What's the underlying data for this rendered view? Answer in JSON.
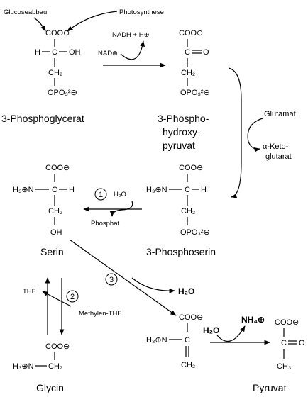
{
  "labels": {
    "glucoseabbau": "Glucoseabbau",
    "photosynthese": "Photosynthese",
    "nadh": "NADH + H⊕",
    "nad": "NAD⊕",
    "glutamat": "Glutamat",
    "ketoglutarat_1": "α-Keto-",
    "ketoglutarat_2": "glutarat",
    "h2o_1": "H₂O",
    "phosphat": "Phosphat",
    "h2o_3": "H₂O",
    "thf": "THF",
    "methylen_thf": "Methylen-THF",
    "h2o_4": "H₂O",
    "nh4": "NH₄⊕",
    "step1": "1",
    "step2": "2",
    "step3": "3"
  },
  "compounds": {
    "phosphoglycerat": "3-Phosphoglycerat",
    "phosphohydroxypyruvat_1": "3-Phospho-",
    "phosphohydroxypyruvat_2": "hydroxy-",
    "phosphohydroxypyruvat_3": "pyruvat",
    "phosphoserin": "3-Phosphoserin",
    "serin": "Serin",
    "glycin": "Glycin",
    "pyruvat": "Pyruvat"
  },
  "atoms": {
    "coo": "COO⊖",
    "h": "H",
    "c": "C",
    "oh": "OH",
    "ch2": "CH₂",
    "opo3": "OPO₃²⊖",
    "o": "O",
    "h3n": "H₃⊕N",
    "ch3": "CH₃"
  }
}
